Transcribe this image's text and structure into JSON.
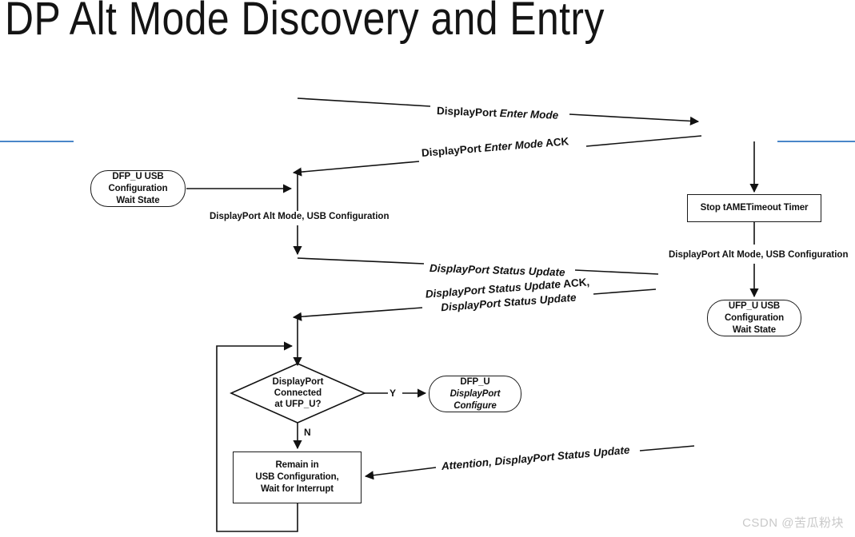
{
  "slide": {
    "title": "DP Alt Mode Discovery and Entry",
    "watermark": "CSDN @苦瓜粉块",
    "accent_color": "#4a86c8",
    "ink_color": "#111111",
    "background": "#ffffff"
  },
  "nodes": {
    "dfp_wait_state": {
      "line1": "DFP_U USB",
      "line2": "Configuration",
      "line3": "Wait State",
      "shape": "rounded"
    },
    "stop_timer": {
      "line1": "Stop tAMETimeout Timer",
      "shape": "rect"
    },
    "ufp_wait_state": {
      "line1": "UFP_U USB",
      "line2": "Configuration",
      "line3": "Wait State",
      "shape": "rounded"
    },
    "decision_connected": {
      "line1": "DisplayPort",
      "line2": "Connected",
      "line3": "at UFP_U?",
      "shape": "diamond"
    },
    "dfp_configure": {
      "line1": "DFP_U",
      "line2": "DisplayPort",
      "line3": "Configure",
      "shape": "rounded"
    },
    "remain_usb": {
      "line1": "Remain in",
      "line2": "USB Configuration,",
      "line3": "Wait for Interrupt",
      "shape": "rect"
    }
  },
  "messages": {
    "enter_mode": {
      "prefix": "DisplayPort ",
      "emphasis": "Enter Mode",
      "suffix": ""
    },
    "enter_mode_ack": {
      "prefix": "DisplayPort ",
      "emphasis": "Enter Mode",
      "suffix": " ACK"
    },
    "status_update": {
      "prefix": "",
      "emphasis": "DisplayPort Status Update",
      "suffix": ""
    },
    "status_update_ack_line1_emphasis": "DisplayPort Status Update",
    "status_update_ack_line1_suffix": " ACK,",
    "status_update_ack_line2_emphasis": "DisplayPort Status Update",
    "attention_status_update": {
      "prefix": "",
      "emphasis": "Attention, DisplayPort Status Update",
      "suffix": ""
    }
  },
  "labels": {
    "alt_mode_usb_config_left": "DisplayPort Alt Mode, USB Configuration",
    "alt_mode_usb_config_right": "DisplayPort Alt Mode, USB Configuration",
    "branch_yes": "Y",
    "branch_no": "N"
  }
}
